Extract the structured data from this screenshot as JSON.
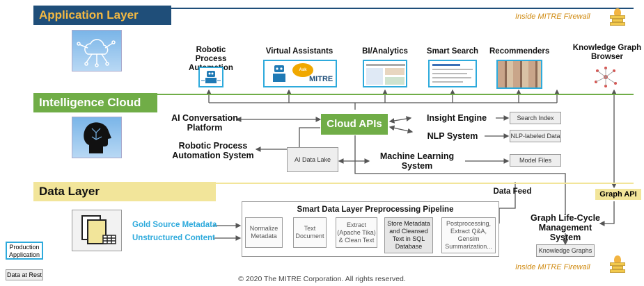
{
  "layers": {
    "application": "Application Layer",
    "intelligence": "Intelligence Cloud",
    "data": "Data Layer"
  },
  "firewall": {
    "top": "Inside MITRE Firewall",
    "bottom": "Inside MITRE Firewall"
  },
  "apps": {
    "rpa": "Robotic Process Automation",
    "va": "Virtual Assistants",
    "bi": "BI/Analytics",
    "search": "Smart Search",
    "rec": "Recommenders",
    "kgb": "Knowledge Graph Browser",
    "bubble": "Ask",
    "mitre": "MITRE"
  },
  "cloud": {
    "apis": "Cloud APIs",
    "ai_conv": "AI Conversation Platform",
    "rpa_sys": "Robotic Process Automation System",
    "insight": "Insight Engine",
    "nlp": "NLP System",
    "ml": "Machine Learning System",
    "search_index": "Search Index",
    "nlp_data": "NLP-labeled Data",
    "model_files": "Model Files",
    "data_lake": "AI Data Lake"
  },
  "data_layer": {
    "data_feed": "Data Feed",
    "graph_api": "Graph API",
    "pipeline_title": "Smart Data Layer Preprocessing Pipeline",
    "gold": "Gold Source Metadata",
    "unstructured": "Unstructured Content",
    "step1": "Normalize Metadata",
    "step2": "Text Document",
    "step3": "Extract (Apache Tika) & Clean Text",
    "step4": "Store Metadata and Cleansed Text in SQL Database",
    "step5": "Postprocessing, Extract Q&A, Gensim Summarization...",
    "glcms": "Graph Life-Cycle Management System",
    "kg": "Knowledge Graphs"
  },
  "legend": {
    "production": "Production Application",
    "rest": "Data at Rest"
  },
  "footer": "© 2020 The MITRE Corporation. All rights reserved.",
  "colors": {
    "app_band": "#1f4e79",
    "intel_band": "#70ad47",
    "data_band": "#f2e59a",
    "cloud_api": "#70ad47",
    "accent_blue": "#2eaadc",
    "firewall": "#d08a10"
  }
}
